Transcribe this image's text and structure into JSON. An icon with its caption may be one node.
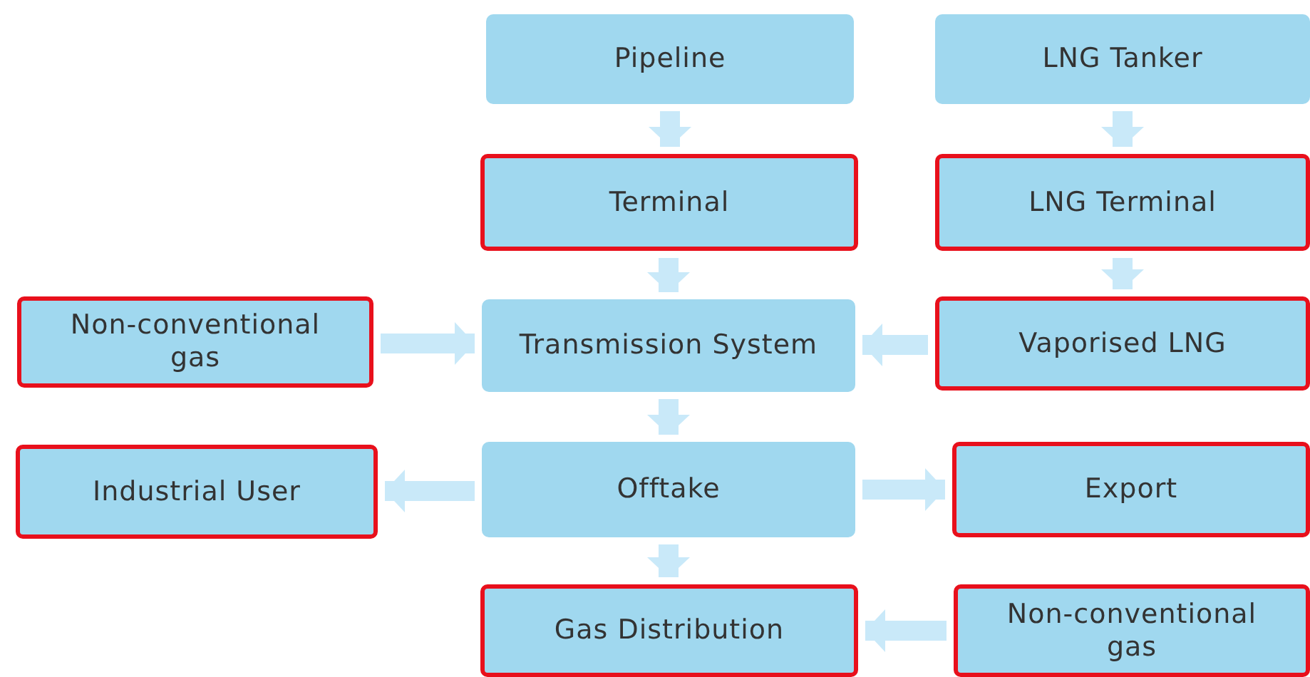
{
  "diagram": {
    "nodes": [
      {
        "text": [
          "Pipeline"
        ]
      },
      {
        "text": [
          "LNG Tanker"
        ]
      },
      {
        "text": [
          "Terminal"
        ]
      },
      {
        "text": [
          "LNG Terminal"
        ]
      },
      {
        "text": [
          "Non-conventional gas"
        ]
      },
      {
        "text": [
          "Transmission System"
        ]
      },
      {
        "text": [
          "Vaporised LNG"
        ]
      },
      {
        "text": [
          "Industrial User"
        ]
      },
      {
        "text": [
          "Offtake"
        ]
      },
      {
        "text": [
          "Export"
        ]
      },
      {
        "text": [
          "Gas Distribution"
        ]
      },
      {
        "text": [
          "Non-conventional gas"
        ]
      }
    ],
    "edges": [
      {
        "from": 0,
        "to": 2,
        "arrow": "to"
      },
      {
        "from": 1,
        "to": 3,
        "arrow": "to"
      },
      {
        "from": 2,
        "to": 5,
        "arrow": "to"
      },
      {
        "from": 3,
        "to": 6,
        "arrow": "to"
      },
      {
        "from": 4,
        "to": 5,
        "arrow": "to"
      },
      {
        "from": 6,
        "to": 5,
        "arrow": "to"
      },
      {
        "from": 5,
        "to": 8,
        "arrow": "to"
      },
      {
        "from": 8,
        "to": 7,
        "arrow": "to"
      },
      {
        "from": 8,
        "to": 9,
        "arrow": "to"
      },
      {
        "from": 8,
        "to": 10,
        "arrow": "to"
      },
      {
        "from": 11,
        "to": 10,
        "arrow": "to"
      }
    ]
  }
}
